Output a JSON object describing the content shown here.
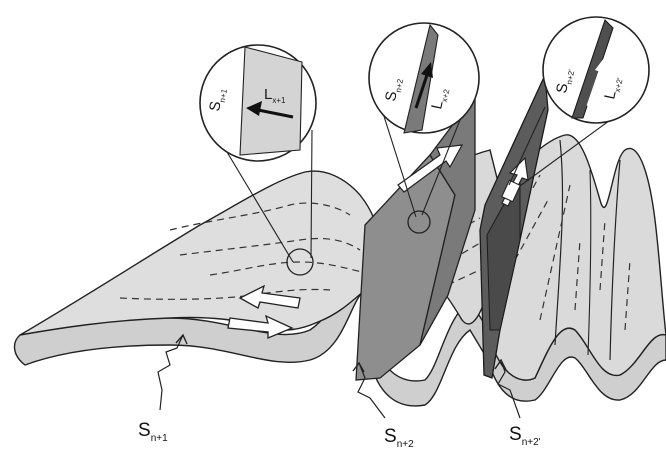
{
  "labels": {
    "s_n1": {
      "main": "S",
      "sub": "n+1"
    },
    "s_n2": {
      "main": "S",
      "sub": "n+2"
    },
    "s_n2p": {
      "main": "S",
      "sub": "n+2'"
    },
    "mag1_s": {
      "main": "S",
      "sub": "n+1"
    },
    "mag1_l": {
      "main": "L",
      "sub": "x+1"
    },
    "mag2_s": {
      "main": "S",
      "sub": "n+2"
    },
    "mag2_l": {
      "main": "L",
      "sub": "x+2"
    },
    "mag3_s": {
      "main": "S",
      "sub": "n+2'"
    },
    "mag3_l": {
      "main": "L",
      "sub": "x+2'"
    }
  },
  "colors": {
    "surface": "#dcdcdc",
    "surface_dark": "#c9c9c9",
    "plane_mid": "#8c8c8c",
    "plane_dark": "#5a5a5a",
    "outline": "#222222"
  }
}
